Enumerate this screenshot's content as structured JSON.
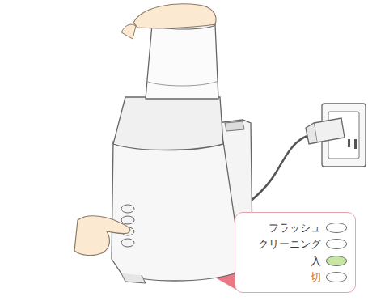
{
  "diagram": {
    "nodes": [
      {
        "text": [
          "フラッシュ",
          "クリーニング",
          "入",
          "切"
        ]
      }
    ]
  }
}
